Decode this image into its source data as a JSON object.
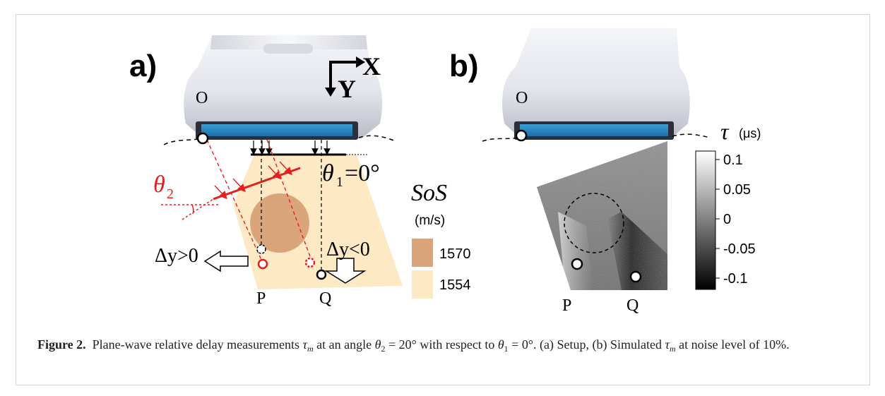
{
  "panel_a": {
    "label": "a)",
    "axis_x": "X",
    "axis_y": "Y",
    "point_o": "O",
    "point_p": "P",
    "point_q": "Q",
    "theta1_sym": "θ",
    "theta1_sub": "1",
    "theta1_val": "=0°",
    "theta2_sym": "θ",
    "theta2_sub": "2",
    "dy_pos": "Δy>0",
    "dy_neg": "Δy<0",
    "legend_title": "SoS",
    "legend_unit": "(m/s)",
    "legend_items": [
      {
        "label": "1570",
        "color": "#dba57b"
      },
      {
        "label": "1554",
        "color": "#fde9c4"
      }
    ]
  },
  "panel_b": {
    "label": "b)",
    "point_o": "O",
    "point_p": "P",
    "point_q": "Q",
    "colorbar_symbol": "τ",
    "colorbar_unit": "(μs)",
    "colorbar_ticks": [
      "0.1",
      "0.05",
      "0",
      "-0.05",
      "-0.1"
    ]
  },
  "caption": {
    "label": "Figure 2.",
    "part1": "Plane-wave relative delay measurements",
    "tau": "τ",
    "tau_sub": "m",
    "part2": "at an angle",
    "theta": "θ",
    "theta2_sub": "2",
    "eq1": "= 20°",
    "part3": "with respect to",
    "theta1_sub": "1",
    "eq2": "= 0°. (a) Setup, (b) Simulated",
    "part4": "at noise level of 10%."
  }
}
